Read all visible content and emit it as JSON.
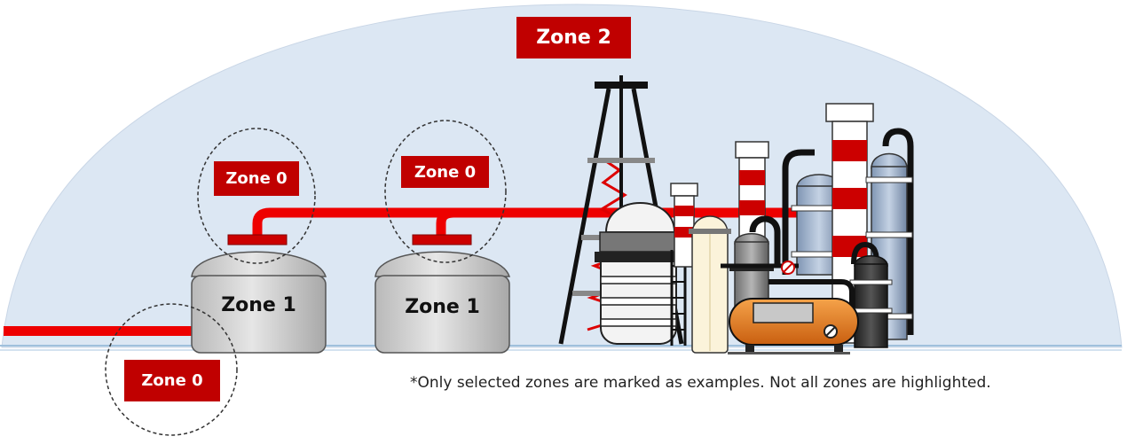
{
  "zones": {
    "zone2": "Zone 2",
    "zone0_tank1": "Zone 0",
    "zone0_tank2": "Zone 0",
    "zone0_pipe": "Zone 0"
  },
  "tanks": {
    "tank1": "Zone 1",
    "tank2": "Zone 1"
  },
  "footnote": "*Only selected zones are marked as examples. Not all zones are highlighted.",
  "colors": {
    "zone_red": "#c00000",
    "dome": "#dce7f3",
    "pipe": "#ee0000"
  }
}
